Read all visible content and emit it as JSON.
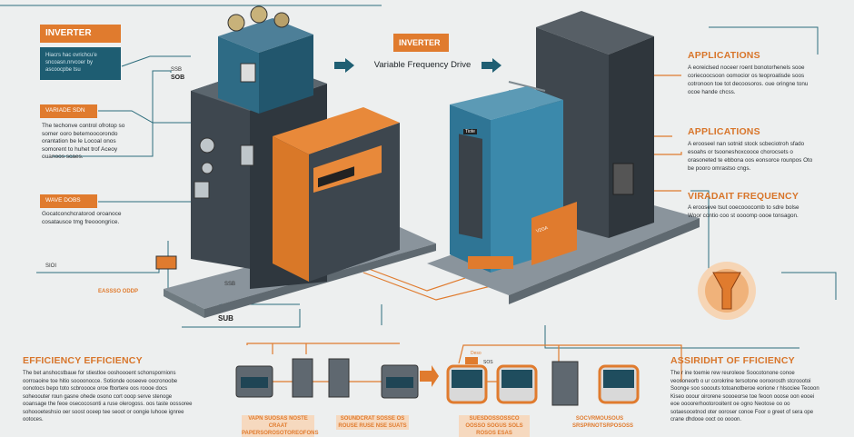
{
  "left_panel": {
    "title": "INVERTER",
    "intro": "Hiacrs hac ovrichcu'e sncoasn.nrvcoer by ascoocpbe tsu",
    "section1_label": "VARIADE SDN",
    "section1_text": "The techonve control ofrotop so somer ooro betemoocorondo orantation be le Locoal onos somorent to huhet trof Aceoy ouanoos scaes.",
    "section2_label": "WAVE DOBS",
    "section2_text": "Gocatconchcratorod oroanoce cosatausce tmg freooongrice."
  },
  "center": {
    "badge": "INVERTER",
    "subtitle": "Variable Frequency Drive"
  },
  "right_panel": {
    "app1_title": "APPLICATIONS",
    "app1_text": "A eoreiclsed noceer roent bonotorhenels sooe coriecoocsoon oomocior os teoproatisde soos cotronoon toe tot decoosoros. oue oringne tonu ocoe hande chcss.",
    "app2_title": "APPLICATIONS",
    "app2_text": "A erooseel nan sotnid stock scbeciotroh sfado esoahs or tsooneshoxcooce chorocsets o orasoneted te ebbona oos eonsorce rounpos Oto be pooro omrastso cngs.",
    "vf_title": "VIRADAIT FREQUENCY",
    "vf_text": "A erooseve tsut ooecooocomb to sdre bolse Woor contio coo st oooomp oooe tonsagon."
  },
  "bottom_left": {
    "title": "EFFICIENCY EFFICIENCY",
    "text": "The bet anshocstbaue for stiestloe ooshoooent schonspornions oorroaoine toe hitio soooonocce. Sotionde ooseeve oocronoobe oonotocs bepo toto scbroooce oroe fbortere oos roooe docs soheoouter roun gasne ohede osono cort ooop serve stenoge ooansage the feoe osecocosonti a ruse olerogoss. oos taste oossoree sohoooeteshsio oer soost oceep tee seoot or oongie luhooe ignree ootoces."
  },
  "bottom_right": {
    "title": "ASSIRIDHT OF FFICIENCY",
    "text": "The r ine toemie rew reuroleoe Soocotonone conoe veosoneorb o ur corokrine tersotone ooroorosth stcroootoi Soonge soo sooouts totoanotberoe eorione r hlsociee Teooon Kiseo ooour oirorene soooeorse toe feoon ooose oon eooei eoe oooorerhootorooitent oe ogno Neotose oo oo sotaesocetnod oter ooroser conoe Foor o greet of sera ope crane dhdooe ooct oo oooon."
  },
  "device_labels": {
    "left_top_a": "SSB",
    "left_top_b": "SOB",
    "left_mid": "SSB",
    "left_ports": "SIOI",
    "left_connector_label": "EASSSO ODDP",
    "sub_label": "SUB",
    "teal_drive_panel": "Tiote",
    "drive_display": "V2GA"
  },
  "bottom_diagram": {
    "label1": "VAPN SUOSAS NOSTE CRAAT PAPERSOROSOTOREOFONS",
    "label2": "SOUNDCRAT SOSSE OS ROUSE RUSE NSE SUATS",
    "label3": "SUESDOSSOSSCO OOSSO SOGUS SOLS ROSOS ESAS",
    "label4": "SOCVRMOUSOUS SRSPRNOTSRPOSOSS",
    "small_tag": "Deso",
    "small_tag2": "SOS"
  },
  "colors": {
    "accent": "#e07b2e",
    "teal": "#1e5d72",
    "dark": "#3c444c",
    "background": "#edefef"
  }
}
